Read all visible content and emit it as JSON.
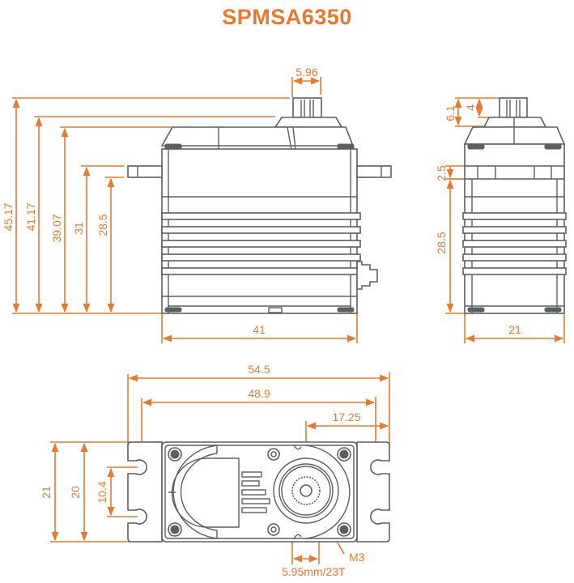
{
  "title": "SPMSA6350",
  "colors": {
    "accent": "#e8792f",
    "line": "#5b5e63",
    "background": "#ffffff"
  },
  "front_view": {
    "heights": [
      "45.17",
      "41.17",
      "39.07",
      "31",
      "28.5"
    ],
    "spline_width": "5.96",
    "width": "41"
  },
  "side_view": {
    "spline_height": "6.1",
    "spline_top": "4",
    "flange_thickness": "2.5",
    "flange_to_bottom": "28.5",
    "width": "21"
  },
  "top_view": {
    "overall_length": "54.5",
    "mount_hole_spacing": "48.9",
    "output_offset": "17.25",
    "overall_width": "21",
    "flange_width": "20",
    "hole_spacing": "10.4",
    "spline_spec": "5.95mm/23T",
    "screw_label": "M3"
  }
}
